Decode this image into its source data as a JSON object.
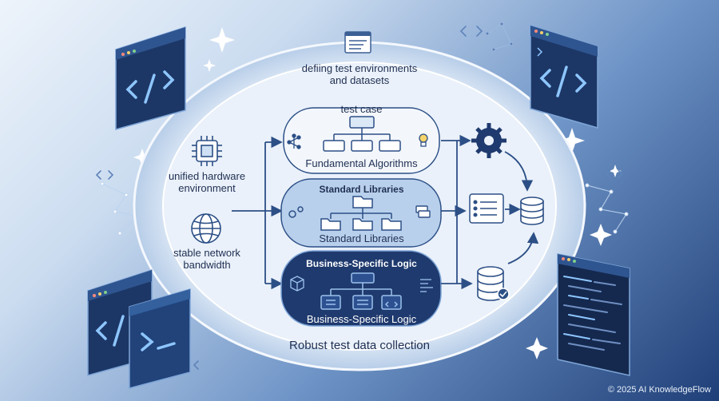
{
  "top_label_line1": "defiing test environments",
  "top_label_line2": "and datasets",
  "left_hw_line1": "unified hardware",
  "left_hw_line2": "environment",
  "left_net_line1": "stable network",
  "left_net_line2": "bandwidth",
  "layers": [
    {
      "title": "test case",
      "subtitle": "Fundamental Algorithms"
    },
    {
      "title": "Standard Libraries",
      "subtitle": "Standard Libraries"
    },
    {
      "title": "Business-Specific Logic",
      "subtitle": "Business-Specific Logic"
    }
  ],
  "bottom_label": "Robust test data collection",
  "copyright": "© 2025 AI KnowledgeFlow",
  "colors": {
    "background_dark": "#1f3f78",
    "ring": "#dfeaf7",
    "layer_light": "#eef4fb",
    "layer_mid": "#b9d0ec",
    "layer_dark": "#1f3a6e",
    "arrow": "#2c4f86",
    "accent_glow": "#8ec6ff"
  }
}
